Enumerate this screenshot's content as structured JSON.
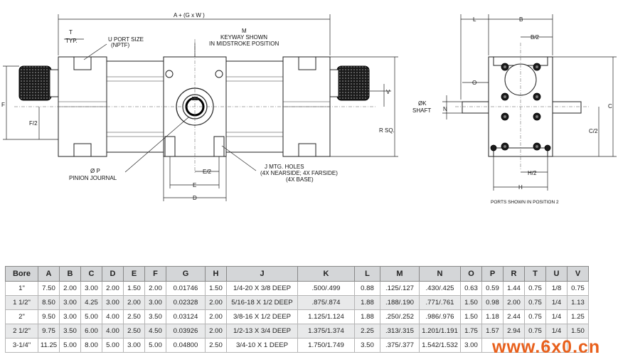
{
  "front_view": {
    "dim_overall": "A + (G x W   )",
    "dim_t": "T",
    "dim_t_typ": "TYP.",
    "dim_u_1": "U PORT SIZE",
    "dim_u_2": "(NPTF)",
    "dim_m_1": "M",
    "dim_m_2": "KEYWAY SHOWN",
    "dim_m_3": "IN MIDSTROKE POSITION",
    "dim_f": "F",
    "dim_f2": "F/2",
    "dim_v": "V",
    "dim_r": "R SQ.",
    "dim_p_1": "Ø P",
    "dim_p_2": "PINION JOURNAL",
    "dim_e2": "E/2",
    "dim_e": "E",
    "dim_d": "D",
    "dim_j_1": "J MTG. HOLES",
    "dim_j_2": "(4X NEARSIDE; 4X FARSIDE)",
    "dim_j_3": "(4X BASE)"
  },
  "side_view": {
    "dim_l": "L",
    "dim_b": "B",
    "dim_b2": "B/2",
    "dim_o": "O",
    "dim_k_1": "ØK",
    "dim_k_2": "SHAFT",
    "dim_n": "N",
    "dim_c": "C",
    "dim_c2": "C/2",
    "dim_h2": "H/2",
    "dim_h": "H",
    "ports_note": "PORTS SHOWN IN POSITION 2"
  },
  "table": {
    "headers": [
      "Bore",
      "A",
      "B",
      "C",
      "D",
      "E",
      "F",
      "G",
      "H",
      "J",
      "K",
      "L",
      "M",
      "N",
      "O",
      "P",
      "R",
      "T",
      "U",
      "V"
    ],
    "rows": [
      [
        "1\"",
        "7.50",
        "2.00",
        "3.00",
        "2.00",
        "1.50",
        "2.00",
        "0.01746",
        "1.50",
        "1/4-20 X 3/8 DEEP",
        ".500/.499",
        "0.88",
        ".125/.127",
        ".430/.425",
        "0.63",
        "0.59",
        "1.44",
        "0.75",
        "1/8",
        "0.75"
      ],
      [
        "1 1/2\"",
        "8.50",
        "3.00",
        "4.25",
        "3.00",
        "2.00",
        "3.00",
        "0.02328",
        "2.00",
        "5/16-18 X 1/2 DEEP",
        ".875/.874",
        "1.88",
        ".188/.190",
        ".771/.761",
        "1.50",
        "0.98",
        "2.00",
        "0.75",
        "1/4",
        "1.13"
      ],
      [
        "2\"",
        "9.50",
        "3.00",
        "5.00",
        "4.00",
        "2.50",
        "3.50",
        "0.03124",
        "2.00",
        "3/8-16 X 1/2 DEEP",
        "1.125/1.124",
        "1.88",
        ".250/.252",
        ".986/.976",
        "1.50",
        "1.18",
        "2.44",
        "0.75",
        "1/4",
        "1.25"
      ],
      [
        "2 1/2\"",
        "9.75",
        "3.50",
        "6.00",
        "4.00",
        "2.50",
        "4.50",
        "0.03926",
        "2.00",
        "1/2-13 X 3/4 DEEP",
        "1.375/1.374",
        "2.25",
        ".313/.315",
        "1.201/1.191",
        "1.75",
        "1.57",
        "2.94",
        "0.75",
        "1/4",
        "1.50"
      ],
      [
        "3-1/4\"",
        "11.25",
        "5.00",
        "8.00",
        "5.00",
        "3.00",
        "5.00",
        "0.04800",
        "2.50",
        "3/4-10 X 1 DEEP",
        "1.750/1.749",
        "3.50",
        ".375/.377",
        "1.542/1.532",
        "3.00",
        "",
        "",
        "",
        "",
        ""
      ]
    ]
  },
  "watermark": "www.6x0.cn"
}
